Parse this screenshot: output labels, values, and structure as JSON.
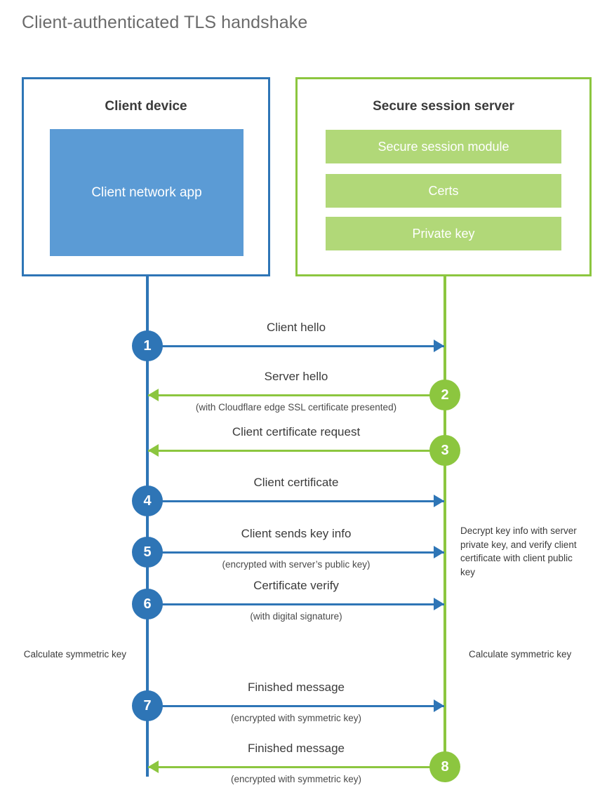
{
  "title": "Client-authenticated TLS handshake",
  "colors": {
    "client_blue": "#2E75B6",
    "client_app_blue": "#5B9BD5",
    "server_green": "#8CC63F",
    "server_bar_green": "#B1D878",
    "text_dark": "#3b3b3b",
    "title_gray": "#6b6b6b"
  },
  "client": {
    "title": "Client device",
    "app_label": "Client network app"
  },
  "server": {
    "title": "Secure session server",
    "modules": [
      "Secure session module",
      "Certs",
      "Private key"
    ]
  },
  "steps": [
    {
      "number": "1",
      "label": "Client hello",
      "sub": "",
      "direction": "client-to-server",
      "color": "blue"
    },
    {
      "number": "2",
      "label": "Server hello",
      "sub": "(with Cloudflare edge SSL certificate presented)",
      "direction": "server-to-client",
      "color": "green"
    },
    {
      "number": "3",
      "label": "Client certificate request",
      "sub": "",
      "direction": "server-to-client",
      "color": "green"
    },
    {
      "number": "4",
      "label": "Client certificate",
      "sub": "",
      "direction": "client-to-server",
      "color": "blue"
    },
    {
      "number": "5",
      "label": "Client sends key info",
      "sub": "(encrypted with server’s public key)",
      "direction": "client-to-server",
      "color": "blue"
    },
    {
      "number": "6",
      "label": "Certificate verify",
      "sub": "(with digital signature)",
      "direction": "client-to-server",
      "color": "blue"
    },
    {
      "number": "7",
      "label": "Finished message",
      "sub": "(encrypted with symmetric key)",
      "direction": "client-to-server",
      "color": "blue"
    },
    {
      "number": "8",
      "label": "Finished message",
      "sub": "(encrypted with symmetric key)",
      "direction": "server-to-client",
      "color": "green"
    }
  ],
  "notes": {
    "decrypt": "Decrypt key info with server private key, and verify client certificate with client public key",
    "calculate_client": "Calculate symmetric key",
    "calculate_server": "Calculate symmetric key"
  }
}
